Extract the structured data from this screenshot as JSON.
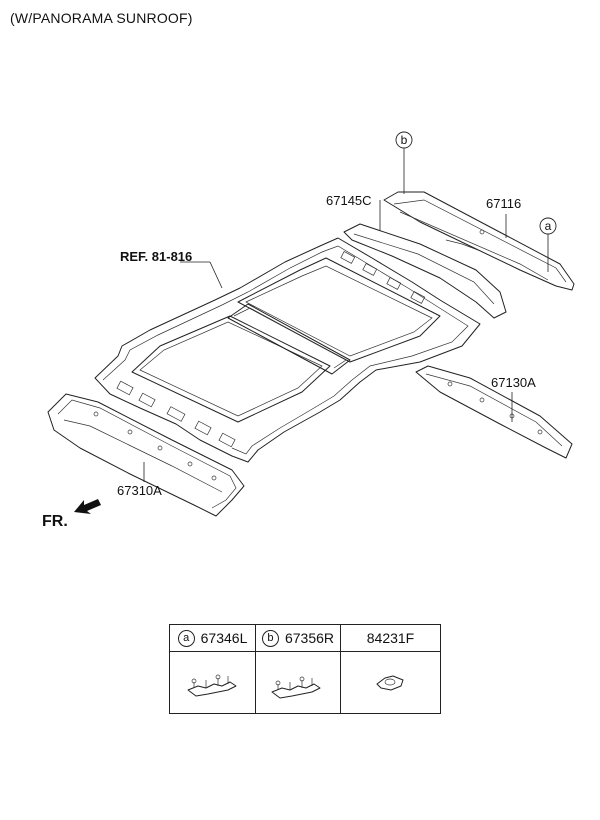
{
  "header": {
    "title": "(W/PANORAMA SUNROOF)"
  },
  "callouts": {
    "ref": "REF. 81-816",
    "front": "FR.",
    "p67145c": "67145C",
    "p67116": "67116",
    "p67130a": "67130A",
    "p67310a": "67310A",
    "marker_a": "a",
    "marker_b": "b"
  },
  "parts_table": {
    "cols": [
      {
        "marker": "a",
        "part": "67346L"
      },
      {
        "marker": "b",
        "part": "67356R"
      },
      {
        "marker": "",
        "part": "84231F"
      }
    ]
  },
  "colors": {
    "line": "#222222",
    "background": "#ffffff"
  }
}
